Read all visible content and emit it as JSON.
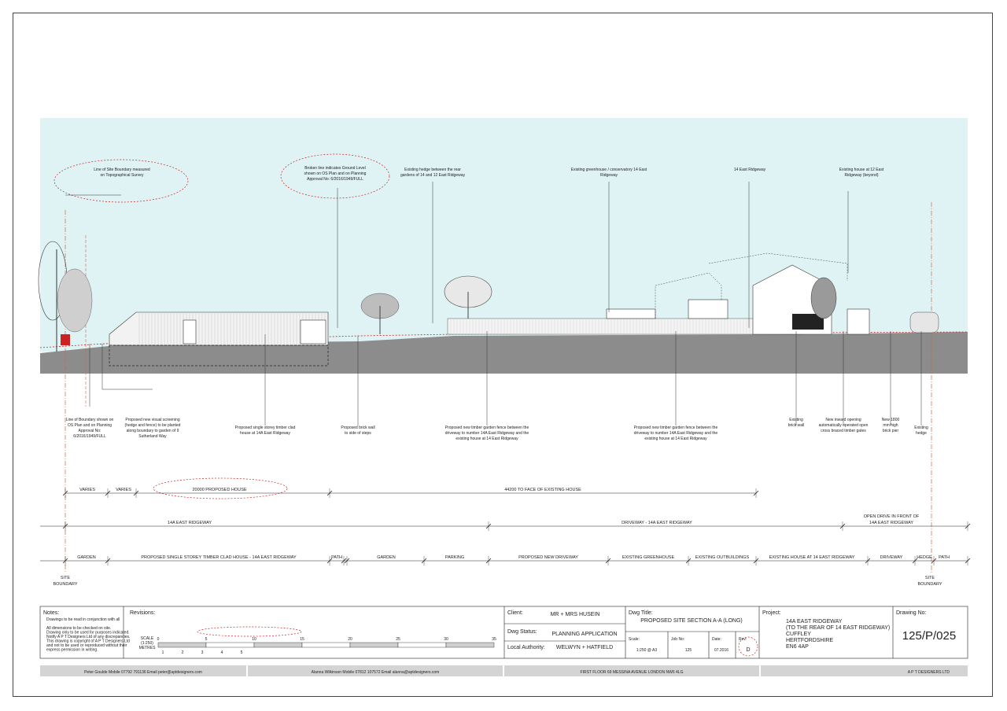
{
  "sky_color": "#dff3f5",
  "ground_color": "#8c8c8c",
  "accent_red": "#cc2222",
  "callouts_top": [
    {
      "id": "site-boundary-survey",
      "text": [
        "Line of Site Boundary measured",
        "on Topographical Survey"
      ]
    },
    {
      "id": "ground-level",
      "text": [
        "Broken line indicates Ground Level",
        "shown on OS Plan and on Planning",
        "Approval No: 6/2016/1949/FULL"
      ]
    },
    {
      "id": "existing-hedge",
      "text": [
        "Existing hedge between the rear",
        "gardens of 14 and 12 East Ridgeway"
      ]
    },
    {
      "id": "greenhouse",
      "text": [
        "Existing greenhouse / conservatory 14 East",
        "Ridgeway"
      ]
    },
    {
      "id": "east-ridgeway-14",
      "text": [
        "14 East Ridgeway"
      ]
    },
    {
      "id": "house-12",
      "text": [
        "Existing house at 12 East",
        "Ridgeway (beyond)"
      ]
    }
  ],
  "callouts_bottom": [
    {
      "id": "line-of-boundary",
      "text": [
        "Line of Boundary shown on",
        "OS Plan and on Planning",
        "Approval No:",
        "6/2016/1949/FULL"
      ]
    },
    {
      "id": "visual-screening",
      "text": [
        "Proposed new visual screening",
        "(hedge and fence) to be planted",
        "along boundary to garden of 9",
        "Sutherland Way"
      ]
    },
    {
      "id": "timber-house",
      "text": [
        "Proposed single storey timber clad",
        "house at 14A East Ridgeway"
      ]
    },
    {
      "id": "brick-wall-steps",
      "text": [
        "Proposed brick wall",
        "to side of steps"
      ]
    },
    {
      "id": "fence-1",
      "text": [
        "Proposed new timber garden fence between the",
        "driveway to number 14A East Ridgeway and the",
        "existing house at 14 East Ridgeway"
      ]
    },
    {
      "id": "fence-2",
      "text": [
        "Proposed new timber garden fence between the",
        "driveway to number 14A East Ridgeway and the",
        "existing house at 14 East Ridgeway"
      ]
    },
    {
      "id": "existing-brick-wall",
      "text": [
        "Existing",
        "brick wall"
      ]
    },
    {
      "id": "gates",
      "text": [
        "New inward opening",
        "automatically operated open",
        "cross braced timber gates"
      ]
    },
    {
      "id": "brick-pier",
      "text": [
        "New 1800",
        "mm high",
        "brick pier"
      ]
    },
    {
      "id": "existing-hedge-b",
      "text": [
        "Existing",
        "hedge"
      ]
    }
  ],
  "dims_row1": [
    "VARIES",
    "VARIES",
    "20000   PROPOSED HOUSE",
    "44200   TO FACE OF EXISTING HOUSE"
  ],
  "dims_row2": [
    "14A EAST RIDGEWAY",
    "DRIVEWAY - 14A EAST RIDGEWAY",
    "OPEN DRIVE IN FRONT OF",
    "14A EAST RIDGEWAY"
  ],
  "dims_row3": [
    "GARDEN",
    "PROPOSED SINGLE STOREY TIMBER CLAD HOUSE - 14A EAST RIDGEWAY",
    "PATH",
    "GARDEN",
    "PARKING",
    "PROPOSED NEW DRIVEWAY",
    "EXISTING GREENHOUSE",
    "EXISTING OUTBUILDINGS",
    "EXISTING HOUSE AT 14 EAST RIDGEWAY",
    "DRIVEWAY",
    "HEDGE",
    "PATH"
  ],
  "site_boundary_label": [
    "SITE",
    "BOUNDARY"
  ],
  "title_block": {
    "notes_label": "Notes:",
    "notes": [
      "Drawings to be read in conjunction with all",
      "",
      "All dimensions to be checked on site.",
      "Drawing only to be used for purposes indicated.",
      "Notify A P T Designers Ltd of any discrepancies.",
      "This drawing is copyright of A P T Designers Ltd",
      "and not to be used or reproduced without their",
      "express permission in writing."
    ],
    "revisions_label": "Revisions:",
    "scale_label": [
      "SCALE",
      "(1:250)",
      "METRES"
    ],
    "scale_ticks": [
      "0",
      "5",
      "10",
      "15",
      "20",
      "25",
      "30",
      "35"
    ],
    "scale_ticks_small": [
      "1",
      "2",
      "3",
      "4",
      "5"
    ],
    "client_label": "Client:",
    "client": "MR + MRS HUSEIN",
    "dwg_status_label": "Dwg Status:",
    "dwg_status": "PLANNING APPLICATION",
    "local_authority_label": "Local Authority:",
    "local_authority": "WELWYN + HATFIELD",
    "dwg_title_label": "Dwg Title:",
    "dwg_title": "PROPOSED SITE SECTION A-A (LONG)",
    "scale_field_label": "Scale:",
    "scale_field": "1:250 @ A3",
    "job_no_label": "Job No:",
    "job_no": "125",
    "date_label": "Date:",
    "date": "07.2016",
    "rev_label": "Rev:",
    "rev": "D",
    "project_label": "Project:",
    "project": [
      "14A  EAST  RIDGEWAY",
      "(TO THE REAR OF 14 EAST RIDGEWAY)",
      "CUFFLEY",
      "HERTFORDSHIRE",
      "EN6 4AP"
    ],
    "drawing_no_label": "Drawing No:",
    "drawing_no": "125/P/025"
  },
  "footer": {
    "contact1": "Peter Goulde   Mobile 07792 791136   Email peter@aptdesigners.com",
    "contact2": "Alanna Wilkinson   Mobile 07812 107572   Email alanna@aptdesigners.com",
    "address": "FIRST FLOOR    69 MESSINA AVENUE    LONDON    NW6 4LG",
    "company": "A P T  DESIGNERS  LTD"
  }
}
